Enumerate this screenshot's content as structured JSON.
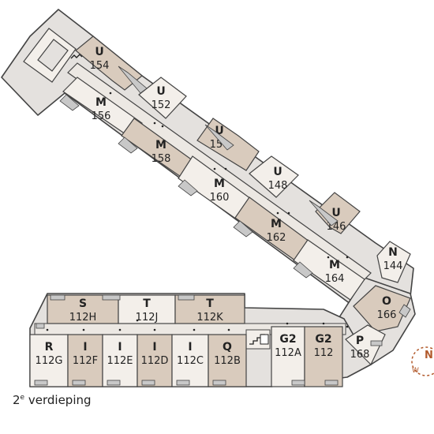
{
  "floor": {
    "number": "2",
    "superscript": "e",
    "word": "verdieping"
  },
  "compass": {
    "letters": [
      "N",
      "W"
    ]
  },
  "colors": {
    "outline": "#444444",
    "room_light": "#f3efea",
    "room_beige": "#d9cbbd",
    "corridor": "#ece8e3",
    "shell": "#e4e1de",
    "window": "#c8c8c8",
    "compass": "#b25a2c"
  },
  "rooms_diagonal": [
    {
      "letter": "U",
      "number": "154",
      "tone": "beige"
    },
    {
      "letter": "M",
      "number": "156",
      "tone": "light"
    },
    {
      "letter": "U",
      "number": "152",
      "tone": "light"
    },
    {
      "letter": "M",
      "number": "158",
      "tone": "beige"
    },
    {
      "letter": "U",
      "number": "150",
      "tone": "beige"
    },
    {
      "letter": "M",
      "number": "160",
      "tone": "light"
    },
    {
      "letter": "U",
      "number": "148",
      "tone": "light"
    },
    {
      "letter": "M",
      "number": "162",
      "tone": "beige"
    },
    {
      "letter": "U",
      "number": "146",
      "tone": "beige"
    },
    {
      "letter": "M",
      "number": "164",
      "tone": "light"
    },
    {
      "letter": "N",
      "number": "144",
      "tone": "light"
    },
    {
      "letter": "O",
      "number": "166",
      "tone": "beige"
    },
    {
      "letter": "P",
      "number": "168",
      "tone": "light"
    }
  ],
  "rooms_bottom": [
    {
      "letter": "S",
      "number": "112H",
      "tone": "beige"
    },
    {
      "letter": "T",
      "number": "112J",
      "tone": "light"
    },
    {
      "letter": "T",
      "number": "112K",
      "tone": "beige"
    },
    {
      "letter": "R",
      "number": "112G",
      "tone": "light"
    },
    {
      "letter": "I",
      "number": "112F",
      "tone": "beige"
    },
    {
      "letter": "I",
      "number": "112E",
      "tone": "light"
    },
    {
      "letter": "I",
      "number": "112D",
      "tone": "beige"
    },
    {
      "letter": "I",
      "number": "112C",
      "tone": "light"
    },
    {
      "letter": "Q",
      "number": "112B",
      "tone": "beige"
    },
    {
      "letter": "G2",
      "number": "112A",
      "tone": "light"
    },
    {
      "letter": "G2",
      "number": "112",
      "tone": "beige"
    }
  ]
}
